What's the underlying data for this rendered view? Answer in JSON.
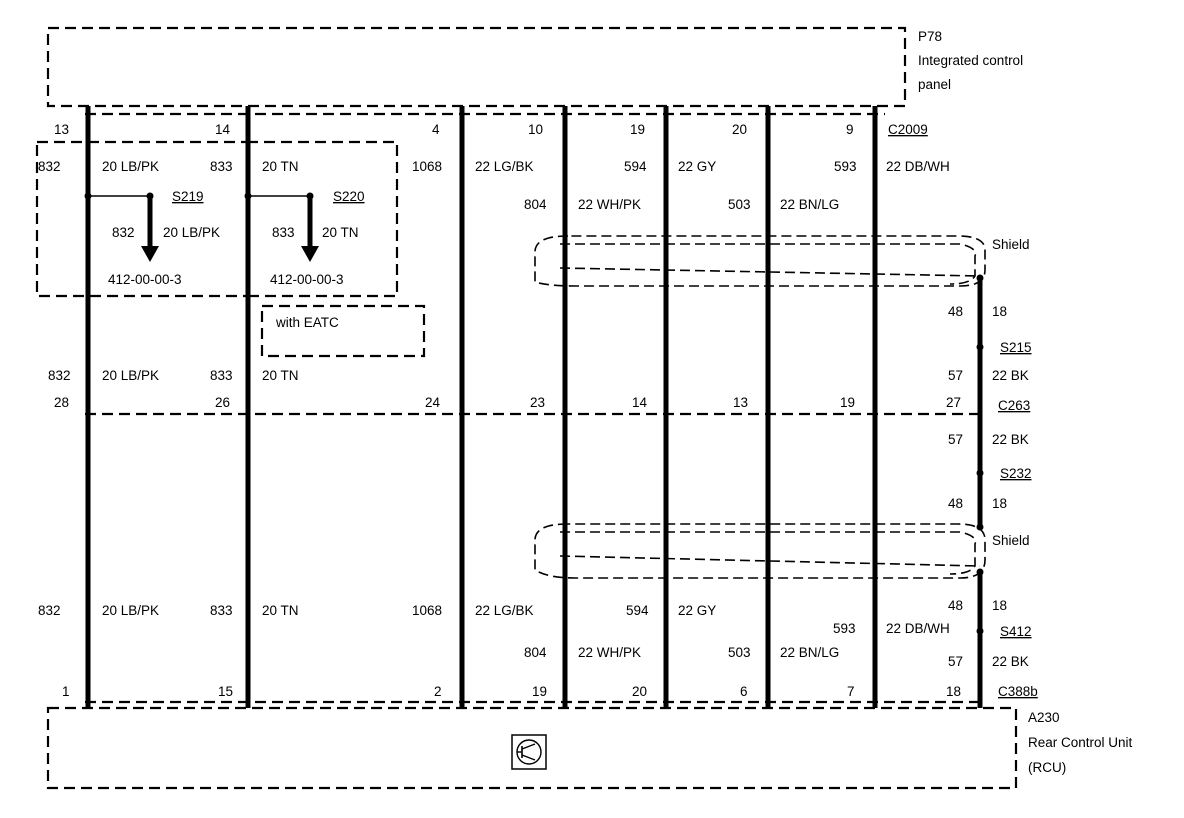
{
  "components": {
    "top": {
      "id": "P78",
      "name_line1": "Integrated control",
      "name_line2": "panel"
    },
    "bottom": {
      "id": "A230",
      "name_line1": "Rear Control Unit",
      "name_line2": "(RCU)"
    }
  },
  "connectors": {
    "top": "C2009",
    "mid": "C263",
    "bottom": "C388b"
  },
  "top_pins": [
    "13",
    "14",
    "4",
    "10",
    "19",
    "20",
    "9"
  ],
  "mid_pins": [
    "28",
    "26",
    "24",
    "23",
    "14",
    "13",
    "19",
    "27"
  ],
  "bottom_pins": [
    "1",
    "15",
    "2",
    "19",
    "20",
    "6",
    "7",
    "18"
  ],
  "upper_labels": {
    "c832": "832",
    "w832": "20 LB/PK",
    "c833": "833",
    "w833": "20 TN",
    "c1068": "1068",
    "w1068": "22 LG/BK",
    "c594": "594",
    "w594": "22 GY",
    "c593": "593",
    "w593": "22 DB/WH",
    "c804": "804",
    "w804": "22 WH/PK",
    "c503": "503",
    "w503": "22 BN/LG"
  },
  "splices": {
    "s219": "S219",
    "s219_circuit": "832",
    "s219_wire": "20 LB/PK",
    "s219_ref": "412-00-00-3",
    "s220": "S220",
    "s220_circuit": "833",
    "s220_wire": "20 TN",
    "s220_ref": "412-00-00-3"
  },
  "eatc_note": "with EATC",
  "shield_label": "Shield",
  "ground": {
    "c48_a": "48",
    "g18_a": "18",
    "s215": "S215",
    "c57_a": "57",
    "bk_a": "22 BK",
    "c57_b": "57",
    "bk_b": "22 BK",
    "s232": "S232",
    "c48_b": "48",
    "g18_b": "18",
    "c48_c": "48",
    "g18_c": "18",
    "s412": "S412",
    "c57_c": "57",
    "bk_c": "22 BK"
  },
  "mid_labels": {
    "c832": "832",
    "w832": "20 LB/PK",
    "c833": "833",
    "w833": "20 TN"
  },
  "lower_labels": {
    "c832": "832",
    "w832": "20 LB/PK",
    "c833": "833",
    "w833": "20 TN",
    "c1068": "1068",
    "w1068": "22 LG/BK",
    "c594": "594",
    "w594": "22 GY",
    "c593": "593",
    "w593": "22 DB/WH",
    "c804": "804",
    "w804": "22 WH/PK",
    "c503": "503",
    "w503": "22 BN/LG"
  },
  "module_icon": "transistor-symbol-icon"
}
